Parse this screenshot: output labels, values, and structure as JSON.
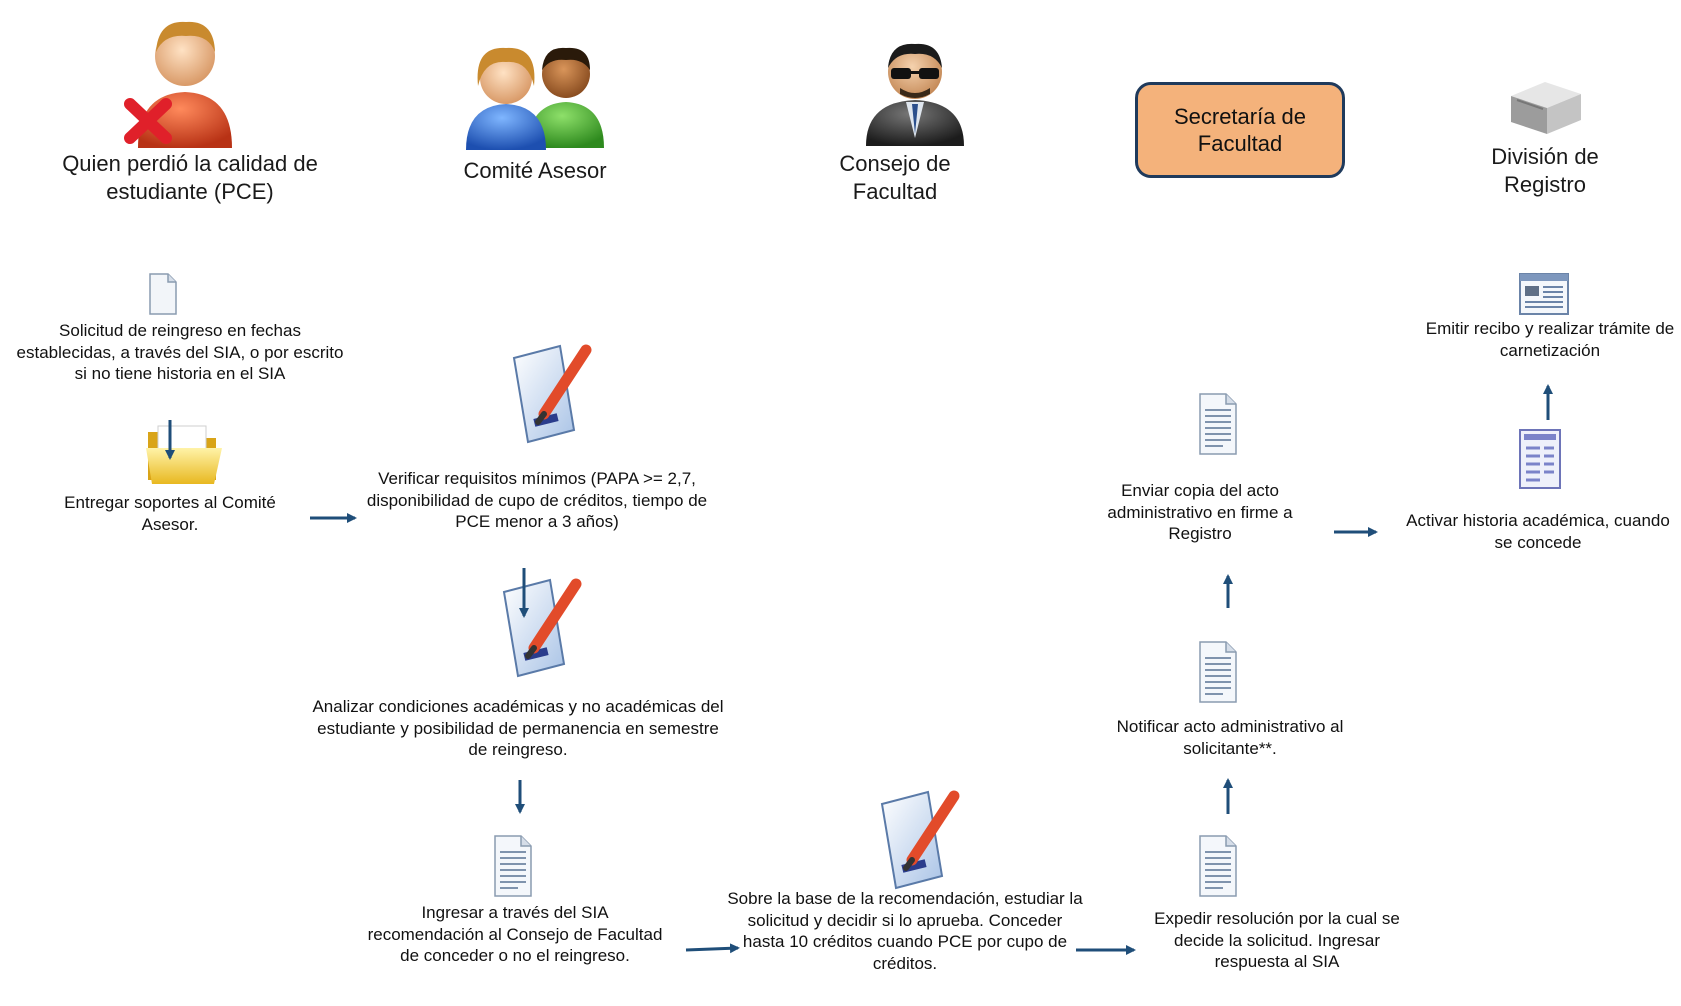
{
  "lanes": {
    "pce": "Quien perdió la calidad de estudiante (PCE)",
    "comite": "Comité Asesor",
    "consejo": "Consejo de Facultad",
    "secretaria": "Secretaría de Facultad",
    "registro": "División de Registro"
  },
  "steps": {
    "solicitud": "Solicitud de reingreso en fechas establecidas, a través del SIA, o por escrito si no tiene historia en el SIA",
    "soportes": "Entregar soportes al Comité Asesor.",
    "verificar": "Verificar requisitos mínimos (PAPA >= 2,7, disponibilidad de cupo de créditos, tiempo de PCE menor a 3 años)",
    "analizar": "Analizar condiciones académicas y no académicas del estudiante y posibilidad de permanencia en semestre de reingreso.",
    "ingresar": "Ingresar a través del SIA recomendación al Consejo de Facultad de conceder o no el reingreso.",
    "estudiar": "Sobre la base de la recomendación, estudiar la solicitud y decidir si lo aprueba. Conceder hasta 10 créditos cuando PCE por cupo de créditos.",
    "expedir": "Expedir resolución por la cual se decide la solicitud. Ingresar respuesta al SIA",
    "notificar": "Notificar acto administrativo al solicitante**.",
    "enviar": "Enviar copia del acto administrativo en firme a Registro",
    "activar": "Activar historia académica, cuando se concede",
    "emitir": "Emitir recibo y realizar trámite de carnetización"
  },
  "colors": {
    "arrow": "#1f4e79",
    "secretaria_fill": "#f4b27b",
    "secretaria_border": "#1f3a5c"
  }
}
